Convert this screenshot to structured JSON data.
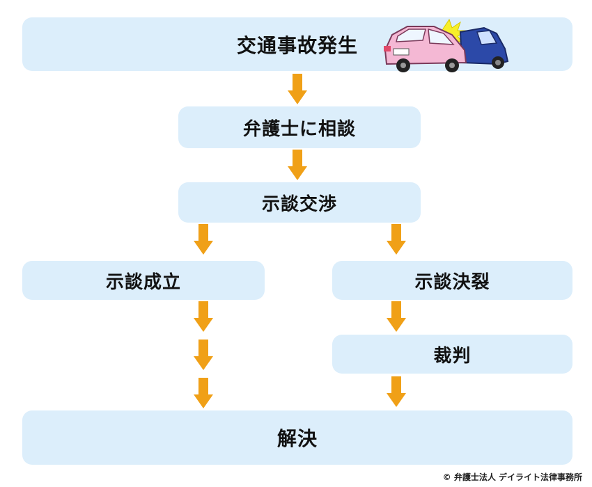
{
  "flow": {
    "start": "交通事故発生",
    "consult": "弁護士に相談",
    "negotiation": "示談交渉",
    "settled": "示談成立",
    "failed": "示談決裂",
    "trial": "裁判",
    "resolved": "解決"
  },
  "icons": {
    "accident": "car-collision-illustration",
    "arrow": "arrow-down-icon"
  },
  "colors": {
    "box": "#dceefb",
    "arrow": "#f0a017",
    "text": "#111111"
  },
  "credit": "© 弁護士法人 デイライト法律事務所"
}
